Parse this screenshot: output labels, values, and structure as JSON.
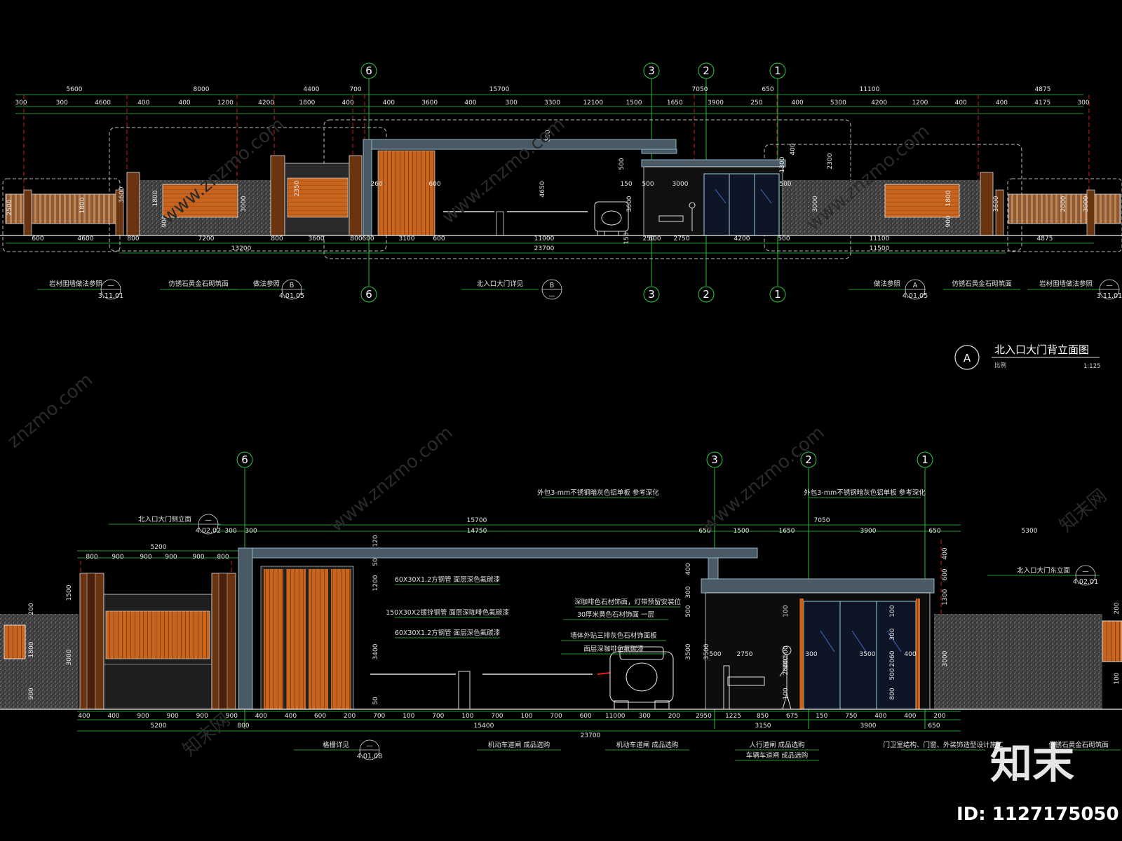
{
  "watermark": {
    "logo": "知末",
    "id_label": "ID: 1127175050",
    "url_text": "www.znzmo.com",
    "brand_text": "知末网",
    "url_short": "znzmo.com"
  },
  "colors": {
    "background": "#000000",
    "dimension_line": "#2ecc40",
    "gridline_red": "#e02020",
    "outline_white": "#f0f0f0",
    "timber": "#c8641e",
    "timber_dark": "#7a3a10",
    "stone": "#8a8a8a",
    "steel_blue": "#8fb4c8",
    "glass": "#3a6fd0",
    "cyan_outline": "#9ad0e0",
    "text": "#e8e8e8"
  },
  "top_elevation": {
    "grid_labels": [
      "6",
      "3",
      "2",
      "1"
    ],
    "dims_row1": [
      "5600",
      "8000",
      "4400",
      "700",
      "15700",
      "7050",
      "650",
      "11100",
      "4875"
    ],
    "dims_row2": [
      "300",
      "300",
      "4600",
      "400",
      "400",
      "1200",
      "4200",
      "1800",
      "400",
      "400",
      "3600",
      "400",
      "300",
      "3300",
      "12100",
      "1500",
      "1650",
      "3900",
      "250",
      "400",
      "5300",
      "4200",
      "1200",
      "400",
      "400",
      "4175",
      "300"
    ],
    "dims_bottom1": [
      "600",
      "4600",
      "800",
      "7200",
      "800",
      "3600",
      "800",
      "600",
      "3100",
      "600",
      "11000",
      "250",
      "500",
      "2750",
      "4200",
      "500",
      "11100",
      "4875"
    ],
    "dims_bottom2": [
      "13200",
      "23700",
      "11500"
    ],
    "dims_vertical": [
      "2500",
      "1800",
      "3600",
      "1800",
      "3000",
      "900",
      "2350",
      "150",
      "4650",
      "600",
      "500",
      "3600",
      "1300",
      "2300",
      "400",
      "3000",
      "1800",
      "900",
      "3600",
      "2000",
      "3000"
    ],
    "dims_inner": [
      "3000",
      "500",
      "500",
      "260",
      "600",
      "150"
    ],
    "callouts": [
      {
        "text": "岩材围墙做法参照",
        "tag_top": "—",
        "tag_bottom": "3.11.01"
      },
      {
        "text": "仿锈石黄金石砌筑面",
        "tag_top": "",
        "tag_bottom": ""
      },
      {
        "text": "做法参照",
        "tag_top": "B",
        "tag_bottom": "4.01.05"
      },
      {
        "text": "北入口大门详见",
        "tag_top": "B",
        "tag_bottom": "—"
      },
      {
        "text": "做法参照",
        "tag_top": "A",
        "tag_bottom": "4.01.05"
      },
      {
        "text": "仿锈石黄金石砌筑面",
        "tag_top": "",
        "tag_bottom": ""
      },
      {
        "text": "岩材围墙做法参照",
        "tag_top": "—",
        "tag_bottom": "3.11.01"
      }
    ],
    "title": {
      "symbol": "A",
      "name": "北入口大门背立面图",
      "scale_label": "比例",
      "scale": "1:125"
    }
  },
  "bottom_elevation": {
    "grid_labels": [
      "6",
      "3",
      "2",
      "1"
    ],
    "dims_top1": [
      "15700",
      "7050"
    ],
    "dims_top2": [
      "300",
      "300",
      "14750",
      "650",
      "1500",
      "1650",
      "3900",
      "650",
      "5300"
    ],
    "dims_top3": [
      "800",
      "900",
      "900",
      "900",
      "900",
      "800"
    ],
    "dims_top4": [
      "5200"
    ],
    "dims_bottom1": [
      "400",
      "400",
      "900",
      "900",
      "900",
      "900",
      "400",
      "400",
      "600",
      "200",
      "700",
      "100",
      "700",
      "100",
      "700",
      "100",
      "700",
      "600",
      "11000",
      "300",
      "200",
      "2950",
      "1225",
      "850",
      "675",
      "150",
      "750",
      "400",
      "400",
      "200"
    ],
    "dims_bottom2": [
      "5200",
      "800",
      "15400",
      "3150",
      "3900",
      "650"
    ],
    "dims_bottom3": [
      "23700"
    ],
    "dims_vertical": [
      "1500",
      "200",
      "1800",
      "3000",
      "900",
      "120",
      "50",
      "1200",
      "3400",
      "50",
      "400",
      "300",
      "500",
      "3500",
      "100",
      "2000",
      "100",
      "500",
      "300",
      "400",
      "600",
      "1300",
      "3000",
      "200",
      "100",
      "300",
      "2060",
      "500",
      "800",
      "100",
      "3500"
    ],
    "inner_dims": [
      "2750",
      "3500",
      "500",
      "300",
      "400"
    ],
    "callouts_top": [
      {
        "text": "外包3-mm不锈钢暗灰色铝单板  参考深化"
      },
      {
        "text": "外包3-mm不锈钢暗灰色铝单板  参考深化"
      },
      {
        "text": "北入口大门侧立面",
        "tag_top": "—",
        "tag_bottom": "4.02.02"
      },
      {
        "text": "北入口大门东立面",
        "tag_top": "—",
        "tag_bottom": "4.02.01"
      }
    ],
    "callouts_mid": [
      "60X30X1.2方钢管   面层深色氟碳漆",
      "150X30X2镀锌钢管   面层深咖啡色氟碳漆",
      "60X30X1.2方钢管   面层深色氟碳漆",
      "深咖啡色石材饰面，灯带预留安装位",
      "30厚米黄色石材饰面 一层",
      "墙体外贴三排灰色石材饰面板",
      "面层深咖啡色氟碳漆"
    ],
    "callouts_bottom": [
      {
        "text": "格栅详见",
        "tag_top": "—",
        "tag_bottom": "4.01.08"
      },
      {
        "text": "机动车道闸 成品选购"
      },
      {
        "text": "机动车道闸 成品选购"
      },
      {
        "text": "人行道闸 成品选购"
      },
      {
        "text": "车辆车道闸 成品选购"
      },
      {
        "text": "门卫室结构、门窗、外装饰造型设计施工"
      },
      {
        "text": "仿锈石黄金石砌筑面"
      }
    ]
  }
}
